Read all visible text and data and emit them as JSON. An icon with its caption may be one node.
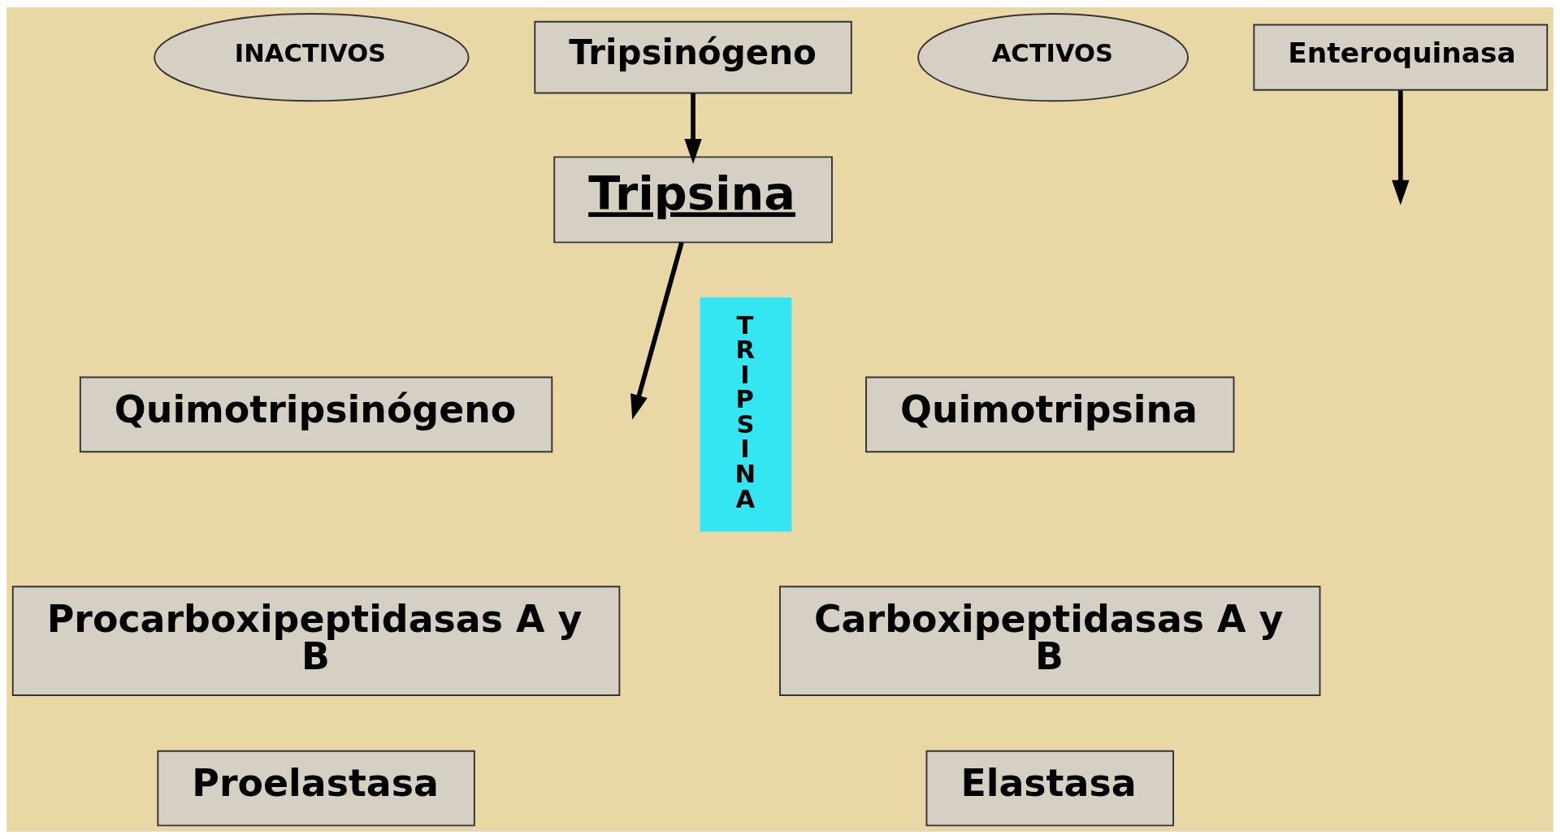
{
  "diagram": {
    "nodes": [
      {
        "text": [
          "Tripsinógeno"
        ]
      },
      {
        "text": [
          "Enteroquinasa"
        ]
      },
      {
        "text": [
          "Tripsina"
        ]
      },
      {
        "text": [
          "INACTIVOS"
        ]
      },
      {
        "text": [
          "ACTIVOS"
        ]
      },
      {
        "text": [
          "Quimotripsinógeno"
        ]
      },
      {
        "text": [
          "Procarboxipeptidasas A y B"
        ]
      },
      {
        "text": [
          "Proelastasa"
        ]
      },
      {
        "text": [
          "Quimotripsina"
        ]
      },
      {
        "text": [
          "Carboxipeptidasas A y B"
        ]
      },
      {
        "text": [
          "Elastasa"
        ]
      },
      {
        "text": [
          "TRIPSINA"
        ]
      }
    ],
    "edges": [
      {
        "from": 0,
        "to": 2,
        "arrow": "to"
      },
      {
        "from": 1,
        "to": null,
        "arrow": "to"
      },
      {
        "from": 2,
        "to": null,
        "arrow": "to"
      }
    ]
  }
}
